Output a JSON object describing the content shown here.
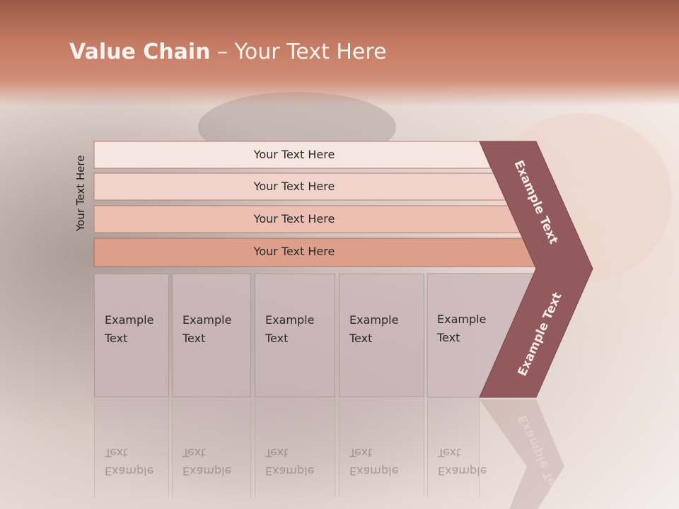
{
  "title": {
    "bold": "Value Chain",
    "rest": " – Your Text Here"
  },
  "side_label": "Your Text Here",
  "rows": [
    {
      "label": "Your Text Here"
    },
    {
      "label": "Your Text Here"
    },
    {
      "label": "Your Text Here"
    },
    {
      "label": "Your Text Here"
    }
  ],
  "boxes": [
    {
      "label": "Example\nText"
    },
    {
      "label": "Example\nText"
    },
    {
      "label": "Example\nText"
    },
    {
      "label": "Example\nText"
    },
    {
      "label": "Example\nText"
    }
  ],
  "chevron": {
    "upper": "Example Text",
    "lower": "Example Text"
  },
  "colors": {
    "header": "#c47a63",
    "row1": "#f6e6e2",
    "row2": "#f1d3cb",
    "row3": "#ebc0b3",
    "row4": "#dd9e8a",
    "chevron": "#925a5c"
  }
}
